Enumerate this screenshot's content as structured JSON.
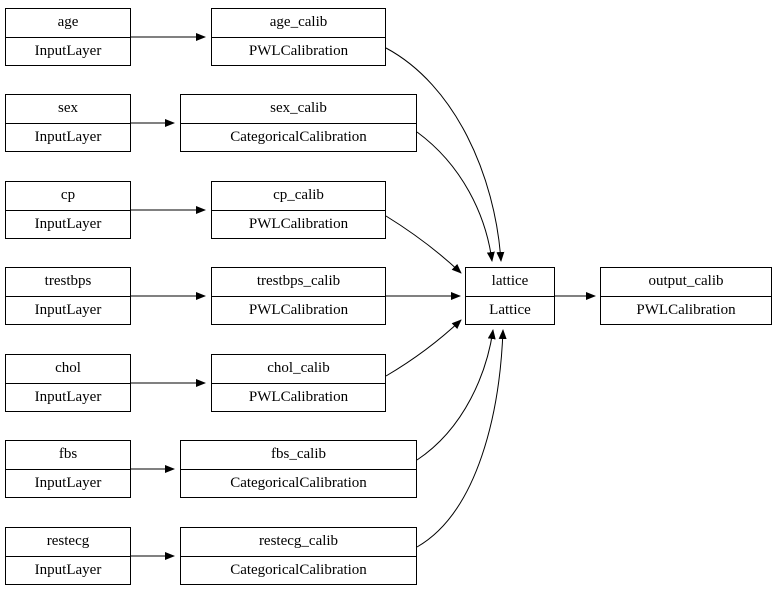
{
  "diagram": {
    "title": "model-graph",
    "nodes": {
      "age": {
        "name": "age",
        "type": "InputLayer"
      },
      "age_calib": {
        "name": "age_calib",
        "type": "PWLCalibration"
      },
      "sex": {
        "name": "sex",
        "type": "InputLayer"
      },
      "sex_calib": {
        "name": "sex_calib",
        "type": "CategoricalCalibration"
      },
      "cp": {
        "name": "cp",
        "type": "InputLayer"
      },
      "cp_calib": {
        "name": "cp_calib",
        "type": "PWLCalibration"
      },
      "trestbps": {
        "name": "trestbps",
        "type": "InputLayer"
      },
      "trestbps_calib": {
        "name": "trestbps_calib",
        "type": "PWLCalibration"
      },
      "chol": {
        "name": "chol",
        "type": "InputLayer"
      },
      "chol_calib": {
        "name": "chol_calib",
        "type": "PWLCalibration"
      },
      "fbs": {
        "name": "fbs",
        "type": "InputLayer"
      },
      "fbs_calib": {
        "name": "fbs_calib",
        "type": "CategoricalCalibration"
      },
      "restecg": {
        "name": "restecg",
        "type": "InputLayer"
      },
      "restecg_calib": {
        "name": "restecg_calib",
        "type": "CategoricalCalibration"
      },
      "lattice": {
        "name": "lattice",
        "type": "Lattice"
      },
      "output_calib": {
        "name": "output_calib",
        "type": "PWLCalibration"
      }
    },
    "edges": [
      {
        "from": "age",
        "to": "age_calib"
      },
      {
        "from": "sex",
        "to": "sex_calib"
      },
      {
        "from": "cp",
        "to": "cp_calib"
      },
      {
        "from": "trestbps",
        "to": "trestbps_calib"
      },
      {
        "from": "chol",
        "to": "chol_calib"
      },
      {
        "from": "fbs",
        "to": "fbs_calib"
      },
      {
        "from": "restecg",
        "to": "restecg_calib"
      },
      {
        "from": "age_calib",
        "to": "lattice"
      },
      {
        "from": "sex_calib",
        "to": "lattice"
      },
      {
        "from": "cp_calib",
        "to": "lattice"
      },
      {
        "from": "trestbps_calib",
        "to": "lattice"
      },
      {
        "from": "chol_calib",
        "to": "lattice"
      },
      {
        "from": "fbs_calib",
        "to": "lattice"
      },
      {
        "from": "restecg_calib",
        "to": "lattice"
      },
      {
        "from": "lattice",
        "to": "output_calib"
      }
    ],
    "colors": {
      "node_border": "#000000",
      "node_fill": "#ffffff",
      "edge": "#000000",
      "text": "#000000",
      "background": "#ffffff"
    }
  }
}
